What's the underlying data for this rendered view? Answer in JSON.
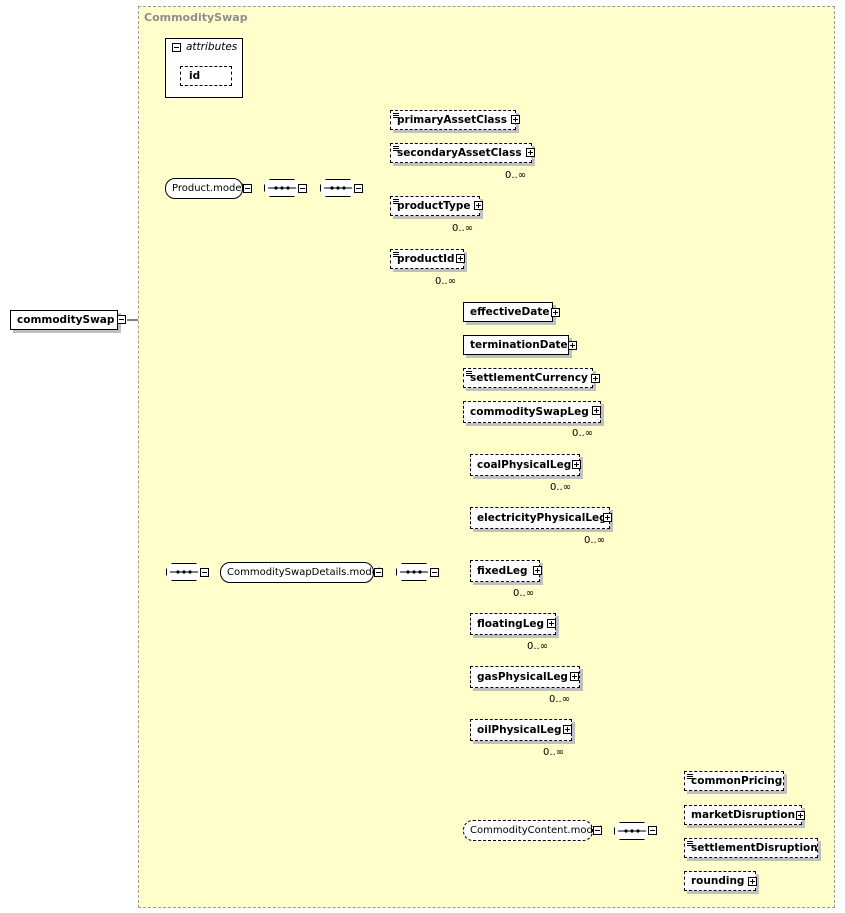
{
  "diagram": {
    "region_title": "CommoditySwap",
    "root": {
      "label": "commoditySwap"
    },
    "attributes": {
      "title": "attributes",
      "items": [
        "id"
      ]
    },
    "product_model": {
      "label": "Product.model",
      "children": [
        {
          "label": "primaryAssetClass",
          "cardinality": ""
        },
        {
          "label": "secondaryAssetClass",
          "cardinality": "0..∞"
        },
        {
          "label": "productType",
          "cardinality": "0..∞"
        },
        {
          "label": "productId",
          "cardinality": "0..∞"
        }
      ]
    },
    "swap_details": {
      "label": "CommoditySwapDetails.model",
      "children": [
        {
          "label": "effectiveDate",
          "cardinality": ""
        },
        {
          "label": "terminationDate",
          "cardinality": ""
        },
        {
          "label": "settlementCurrency",
          "cardinality": ""
        },
        {
          "label": "commoditySwapLeg",
          "cardinality": "0..∞"
        }
      ],
      "legs": [
        {
          "label": "coalPhysicalLeg",
          "cardinality": "0..∞"
        },
        {
          "label": "electricityPhysicalLeg",
          "cardinality": "0..∞"
        },
        {
          "label": "fixedLeg",
          "cardinality": "0..∞"
        },
        {
          "label": "floatingLeg",
          "cardinality": "0..∞"
        },
        {
          "label": "gasPhysicalLeg",
          "cardinality": "0..∞"
        },
        {
          "label": "oilPhysicalLeg",
          "cardinality": "0..∞"
        }
      ]
    },
    "commodity_content": {
      "label": "CommodityContent.model",
      "children": [
        {
          "label": "commonPricing"
        },
        {
          "label": "marketDisruption"
        },
        {
          "label": "settlementDisruption"
        },
        {
          "label": "rounding"
        }
      ]
    },
    "colors": {
      "region_bg": "#ffffcc",
      "region_border": "#9a9a9a",
      "title": "#8d8d8d"
    }
  }
}
